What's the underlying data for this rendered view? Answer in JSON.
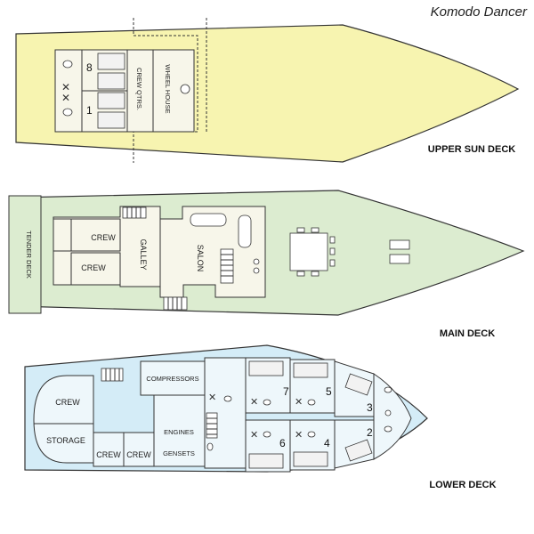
{
  "title": "Komodo Dancer",
  "colors": {
    "upper_deck": "#f7f4b0",
    "main_deck": "#dcecd0",
    "lower_deck": "#d4ecf7",
    "room_fill": "#f7f6ea",
    "lower_room_fill": "#eef7fb",
    "outline": "#333333"
  },
  "upper_deck": {
    "title": "UPPER SUN DECK",
    "rooms": {
      "crew_qtrs": "CREW QTRS.",
      "wheel_house": "WHEEL HOUSE"
    },
    "cabin_numbers": [
      "8",
      "1"
    ]
  },
  "main_deck": {
    "title": "MAIN DECK",
    "rooms": {
      "tender_deck": "TENDER DECK",
      "crew_1": "CREW",
      "crew_2": "CREW",
      "galley": "GALLEY",
      "salon": "SALON"
    }
  },
  "lower_deck": {
    "title": "LOWER DECK",
    "rooms": {
      "crew": "CREW",
      "storage": "STORAGE",
      "crew_2": "CREW",
      "crew_3": "CREW",
      "compressors": "COMPRESSORS",
      "engines": "ENGINES",
      "gensets": "GENSETS"
    },
    "cabin_numbers": [
      "7",
      "5",
      "3",
      "6",
      "4",
      "2"
    ]
  }
}
